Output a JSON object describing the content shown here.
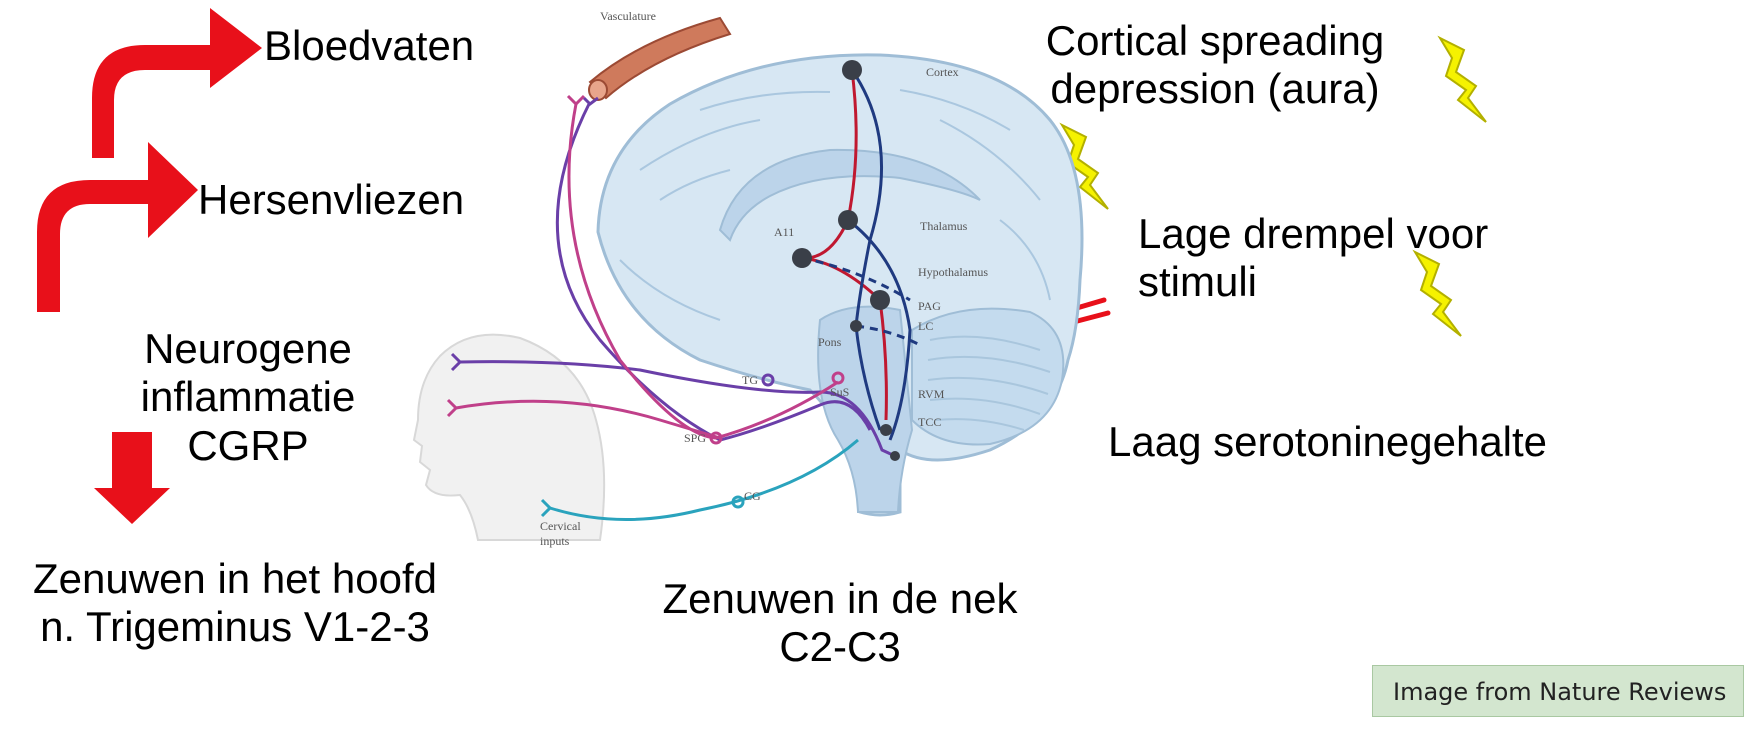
{
  "left": {
    "arrow1_label": "Bloedvaten",
    "arrow2_label": "Hersenvliezen",
    "inflammation": [
      "Neurogene",
      "inflammatie",
      "CGRP"
    ],
    "nerves_head": [
      "Zenuwen in het hoofd",
      "n. Trigeminus V1-2-3"
    ]
  },
  "center": {
    "nerves_neck": [
      "Zenuwen in de nek",
      "C2-C3"
    ]
  },
  "right": {
    "csd": [
      "Cortical spreading",
      "depression (aura)"
    ],
    "threshold": [
      "Lage drempel voor",
      "stimuli"
    ],
    "serotonin": "Laag serotoninegehalte"
  },
  "credit": "Image from Nature Reviews",
  "diagram_labels": {
    "vasculature": "Vasculature",
    "cortex": "Cortex",
    "thalamus": "Thalamus",
    "a11": "A11",
    "hypothalamus": "Hypothalamus",
    "pag": "PAG",
    "lc": "LC",
    "pons": "Pons",
    "rvm": "RVM",
    "tcc": "TCC",
    "tg": "TG",
    "sus": "SuS",
    "spg": "SPG",
    "cg": "CG",
    "cervical": "Cervical",
    "inputs": "inputs"
  },
  "colors": {
    "arrow_red": "#e8101a",
    "lightning": "#f5f200",
    "brain_fill": "#d7e7f3",
    "brain_stroke": "#9fbdd6",
    "vessel": "#cf7a5c",
    "pathway_red": "#c01830",
    "pathway_navy": "#1f3a80",
    "pathway_purple": "#6a3fa8",
    "pathway_magenta": "#c0408a",
    "pathway_teal": "#2aa3bd"
  }
}
